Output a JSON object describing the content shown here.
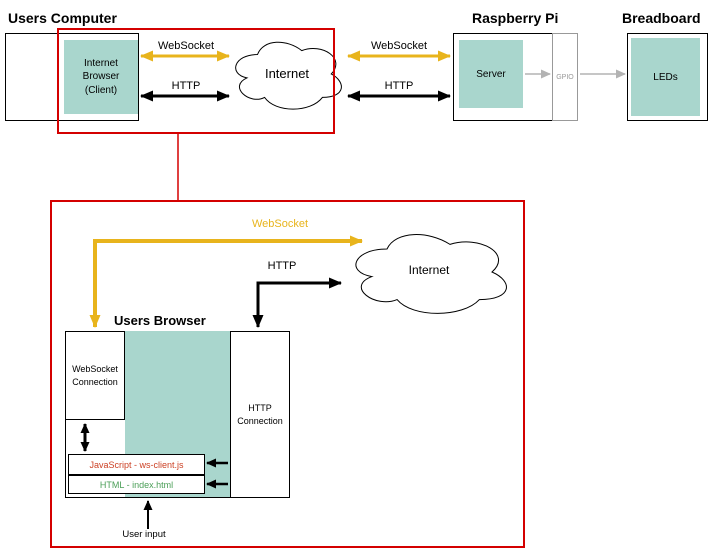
{
  "colors": {
    "box_fill_teal": "#a9d6cd",
    "highlight_red": "#d40000",
    "websocket_yellow": "#e8b41c",
    "gpio_gray": "#999999",
    "arrow_gray": "#b3b3b3",
    "javascript_text_red": "#cc4125",
    "html_text_green": "#4a9e57"
  },
  "overview": {
    "users_computer_title": "Users Computer",
    "browser_label": "Internet\nBrowser\n(Client)",
    "websocket_left_label": "WebSocket",
    "http_left_label": "HTTP",
    "internet_label": "Internet",
    "websocket_right_label": "WebSocket",
    "http_right_label": "HTTP",
    "raspberry_pi_title": "Raspberry Pi",
    "server_label": "Server",
    "gpio_label": "GPIO",
    "breadboard_title": "Breadboard",
    "leds_label": "LEDs"
  },
  "detail": {
    "websocket_label": "WebSocket",
    "http_label": "HTTP",
    "internet_label": "Internet",
    "users_browser_title": "Users Browser",
    "websocket_connection_label": "WebSocket\nConnection",
    "http_connection_label": "HTTP\nConnection",
    "javascript_label": "JavaScript - ws-client.js",
    "html_label": "HTML - index.html",
    "user_input_label": "User input"
  }
}
